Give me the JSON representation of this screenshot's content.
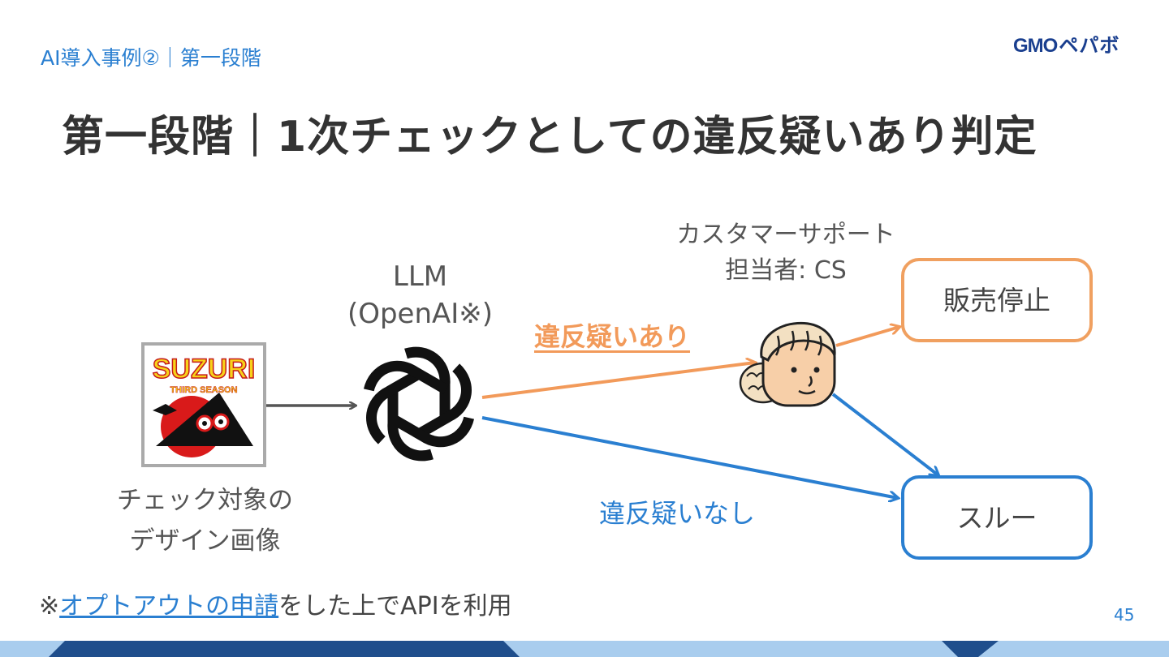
{
  "header": {
    "section_label": "AI導入事例②｜第一段階",
    "logo_gmo": "GMO",
    "logo_pepabo": "ペパボ"
  },
  "title": "第一段階｜1次チェックとしての違反疑いあり判定",
  "diagram": {
    "llm_line1": "LLM",
    "llm_line2": "(OpenAI※)",
    "cs_line1": "カスタマーサポート",
    "cs_line2": "担当者: CS",
    "target_line1": "チェック対象の",
    "target_line2": "デザイン画像",
    "violation_yes": "違反疑いあり",
    "violation_no": "違反疑いなし",
    "box_stop": "販売停止",
    "box_pass": "スルー",
    "image_text_main": "SUZURI",
    "image_text_sub": "THIRD SEASON"
  },
  "footnote": {
    "prefix": "※",
    "link": "オプトアウトの申請",
    "suffix": "をした上でAPIを利用"
  },
  "page_number": "45",
  "colors": {
    "accent_blue": "#2a7fd1",
    "accent_orange": "#f29a5a",
    "title_gray": "#333333",
    "bar_dark": "#1f4e8c",
    "bar_light": "#a9cdee"
  }
}
